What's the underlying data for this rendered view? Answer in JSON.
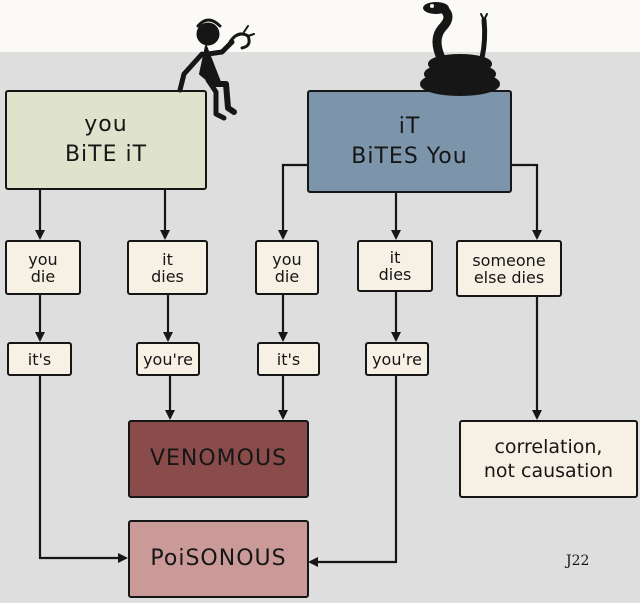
{
  "boxes": {
    "you_bite_it": "you\nBiTE iT",
    "it_bites_you": "iT\nBiTES You",
    "you_die_1": "you\ndie",
    "it_dies_1": "it\ndies",
    "you_die_2": "you\ndie",
    "it_dies_2": "it\ndies",
    "someone_else_dies": "someone\nelse dies",
    "its_1": "it's",
    "youre_1": "you're",
    "its_2": "it's",
    "youre_2": "you're",
    "venomous": "VENOMOUS",
    "poisonous": "PoiSONOUS",
    "correlation": "correlation,\nnot causation"
  },
  "signature": "J22",
  "colors": {
    "green": "#dfe3cc",
    "blue": "#7d95ab",
    "venomous": "#8a4b4b",
    "poisonous": "#c99a97",
    "cream": "#f6f1e4"
  },
  "icons": [
    "person-eating-snake-icon",
    "coiled-snake-icon"
  ]
}
